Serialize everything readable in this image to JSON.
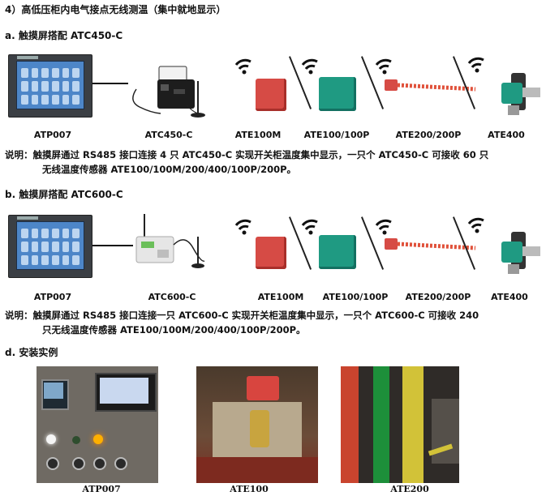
{
  "section_title": "4）高低压柜内电气接点无线测温（集中就地显示）",
  "a": {
    "title": "a.  触摸屏搭配 ATC450-C",
    "labels": [
      "ATP007",
      "ATC450-C",
      "ATE100M",
      "ATE100/100P",
      "ATE200/200P",
      "ATE400"
    ],
    "note_line1": "说明：触摸屏通过 RS485 接口连接 4 只 ATC450-C 实现开关柜温度集中显示，一只个 ATC450-C 可接收 60 只",
    "note_line2": "无线温度传感器 ATE100/100M/200/400/100P/200P。"
  },
  "b": {
    "title": "b.  触摸屏搭配 ATC600-C",
    "labels": [
      "ATP007",
      "ATC600-C",
      "ATE100M",
      "ATE100/100P",
      "ATE200/200P",
      "ATE400"
    ],
    "note_line1": "说明：触摸屏通过 RS485 接口连接一只 ATC600-C 实现开关柜温度集中显示，一只个 ATC600-C 可接收 240",
    "note_line2": "只无线温度传感器 ATE100/100M/200/400/100P/200P。"
  },
  "d": {
    "title": "d.  安装实例",
    "captions": [
      "ATP007",
      "ATE100",
      "ATE200"
    ]
  }
}
